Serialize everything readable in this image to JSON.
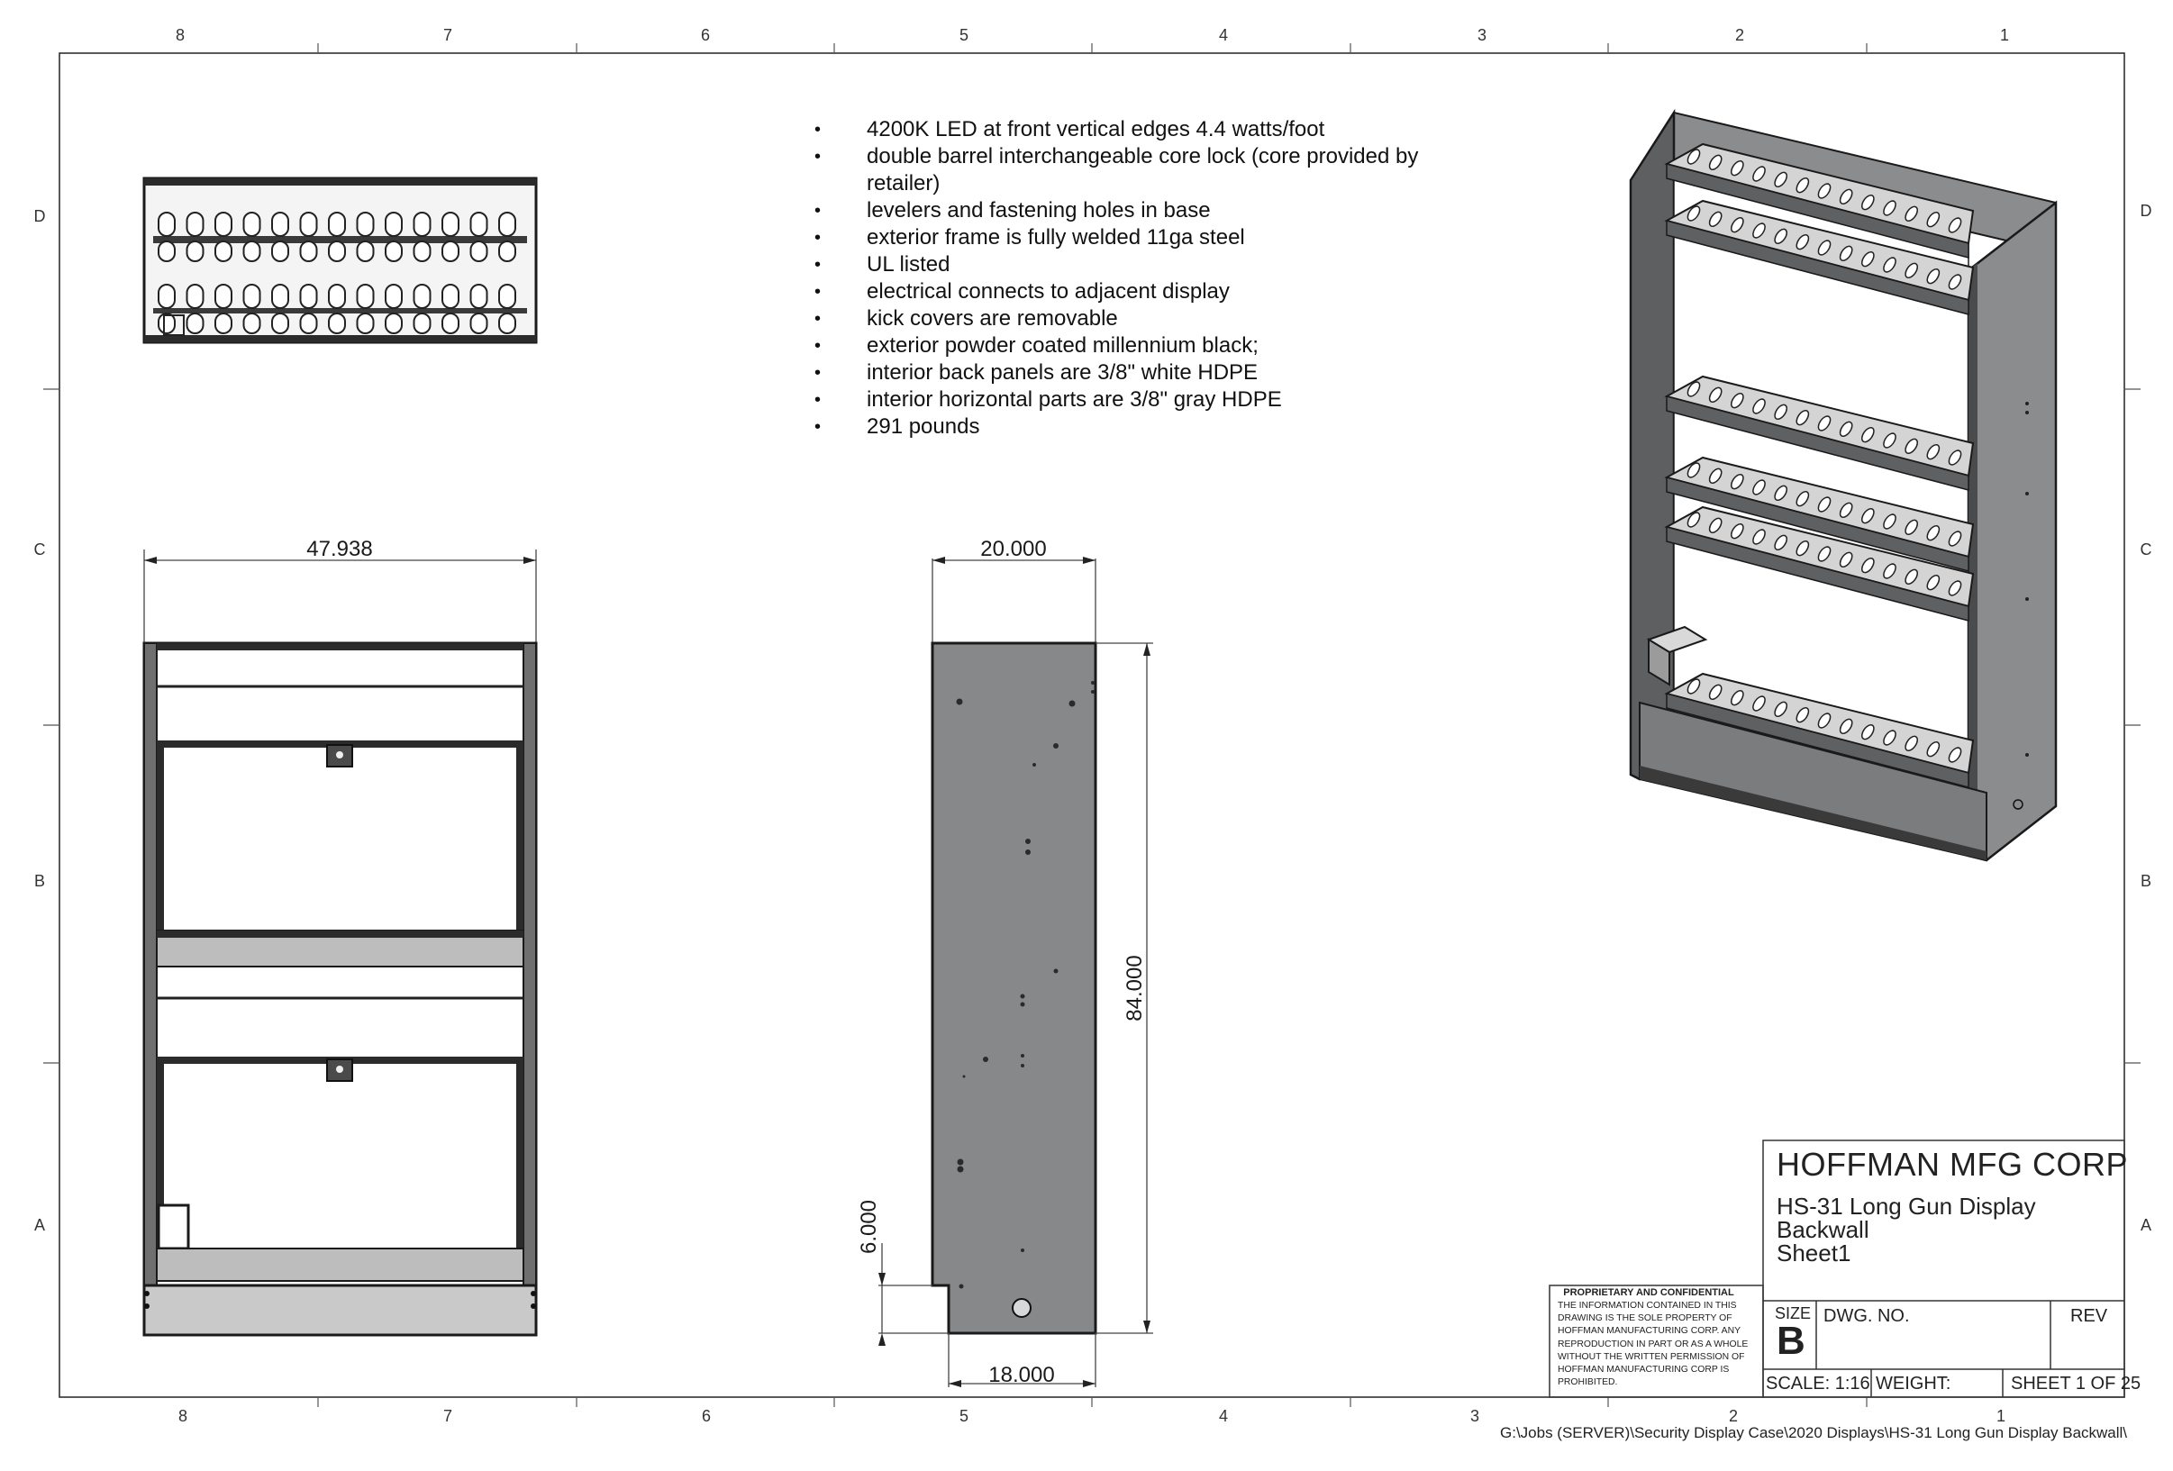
{
  "border": {
    "zones_top": [
      "8",
      "7",
      "6",
      "5",
      "4",
      "3",
      "2",
      "1"
    ],
    "zones_bottom": [
      "8",
      "7",
      "6",
      "5",
      "4",
      "3",
      "2",
      "1"
    ],
    "zones_left": [
      "D",
      "C",
      "B",
      "A"
    ],
    "zones_right": [
      "D",
      "C",
      "B",
      "A"
    ]
  },
  "notes": [
    "4200K LED at front vertical edges 4.4 watts/foot",
    "double barrel interchangeable core lock (core provided by retailer)",
    "levelers and fastening holes in base",
    "exterior frame is fully welded 11ga steel",
    "UL listed",
    "electrical connects to adjacent display",
    "kick covers are removable",
    "exterior powder coated millennium black;",
    "interior back panels are 3/8\" white HDPE",
    "interior horizontal parts are 3/8\" gray HDPE",
    "291 pounds"
  ],
  "dimensions": {
    "front_width": "47.938",
    "side_depth": "20.000",
    "side_height": "84.000",
    "side_notch": "6.000",
    "side_base": "18.000"
  },
  "title_block": {
    "company": "HOFFMAN MFG CORP",
    "title_line1": "HS-31  Long Gun Display",
    "title_line2": "Backwall",
    "title_line3": "Sheet1",
    "size_label": "SIZE",
    "size_value": "B",
    "dwg_label": "DWG.  NO.",
    "rev_label": "REV",
    "scale": "SCALE: 1:16",
    "weight": "WEIGHT:",
    "sheet": "SHEET 1 OF 25",
    "proprietary_title": "PROPRIETARY AND CONFIDENTIAL",
    "proprietary_text": "THE INFORMATION CONTAINED IN THIS DRAWING IS THE SOLE PROPERTY OF HOFFMAN MANUFACTURING CORP.  ANY REPRODUCTION IN PART OR AS A WHOLE WITHOUT THE WRITTEN PERMISSION OF HOFFMAN MANUFACTURING CORP IS PROHIBITED."
  },
  "file_path": "G:\\Jobs (SERVER)\\Security Display Case\\2020 Displays\\HS-31  Long Gun Display Backwall\\"
}
